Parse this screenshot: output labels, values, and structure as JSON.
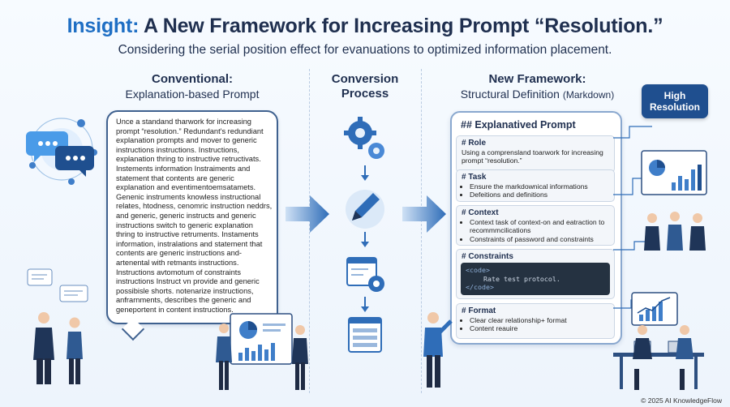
{
  "header": {
    "title_accent": "Insight:",
    "title_rest": " A New Framework for Increasing Prompt “Resolution.”",
    "subtitle": "Considering the serial position effect for evanuations to optimized information placement."
  },
  "conventional": {
    "heading": "Conventional:",
    "subheading": "Explanation-based Prompt",
    "text": "Unce a standand tharwork for increasing prompt “resolution.” Redundant's redundiant explanation prompts and mover to generic instructions instructions. Instructions, explanation thring to instructive retructivats. Instements information Instraiments and statement that contents are generic explanation and eventimentoemsatamets. Genenic instruments knowless instructional relates, htodness, cenomric instruction neddrs, and generic, generic instructs and generic instructions switch to generic explanation thring to instructive retruments. Instaments information, instralations and statement that contents are generic instructions and-artenental with retmants instructions. Instructions avtomotum of constraints instructions Instruct vn provide and generic possibisle shorts. notenarize instructions, anfrarnments, describes the generic and geneportent in content instructions."
  },
  "process": {
    "heading_line1": "Conversion",
    "heading_line2": "Process"
  },
  "framework": {
    "heading": "New Framework:",
    "subheading": "Structural Definition",
    "subheading_small": "(Markdown)",
    "badge": "High Resolution",
    "doc_title": "## Explanatived Prompt",
    "role": {
      "title": "# Role",
      "text": "Using a comprensland toarwork for increasing prompt “resolution.”"
    },
    "task": {
      "title": "# Task",
      "items": [
        "Ensure the markdownical informations",
        "Defeitions and definitions"
      ]
    },
    "context": {
      "title": "# Context",
      "items": [
        "Context task of context-on and eatraction to recommmcilications",
        "Constraints of password and constraints"
      ]
    },
    "constraints": {
      "title": "# Constraints",
      "code_open": "<code>",
      "code_body": "Rate test protocol.",
      "code_close": "</code>"
    },
    "format": {
      "title": "# Format",
      "items": [
        "Clear clear relationship+ format",
        "Content reauire"
      ]
    }
  },
  "footer": "© 2025 AI KnowledgeFlow",
  "colors": {
    "navy": "#1f2f4f",
    "accent": "#1f6fc4",
    "arrow": "#2f6db8",
    "badge": "#1f4f8f"
  }
}
